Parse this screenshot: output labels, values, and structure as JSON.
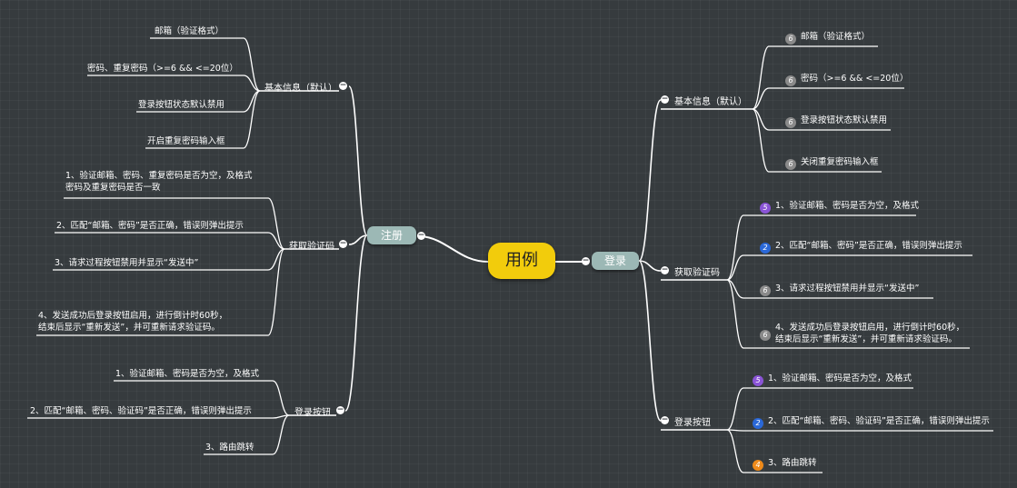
{
  "root": {
    "label": "用例"
  },
  "toggle_symbol": "−",
  "left": {
    "label": "注册",
    "branches": [
      {
        "label": "基本信息（默认）",
        "items": [
          "邮箱（验证格式）",
          "密码、重复密码（>=6 && <=20位）",
          "登录按钮状态默认禁用",
          "开启重复密码输入框"
        ]
      },
      {
        "label": "获取验证码",
        "items": [
          [
            "1、验证邮箱、密码、重复密码是否为空，及格式",
            "密码及重复密码是否一致"
          ],
          "2、匹配“邮箱、密码”是否正确，错误则弹出提示",
          "3、请求过程按钮禁用并显示“发送中”",
          [
            "4、发送成功后登录按钮启用，进行倒计时60秒，",
            "结束后显示“重新发送”，并可重新请求验证码。"
          ]
        ]
      },
      {
        "label": "登录按钮",
        "items": [
          "1、验证邮箱、密码是否为空，及格式",
          "2、匹配“邮箱、密码、验证码”是否正确，错误则弹出提示",
          "3、路由跳转"
        ]
      }
    ]
  },
  "right": {
    "label": "登录",
    "branches": [
      {
        "label": "基本信息（默认）",
        "items": [
          {
            "badge": "6",
            "color": "#8a8a8a",
            "lines": [
              "邮箱（验证格式）"
            ]
          },
          {
            "badge": "6",
            "color": "#8a8a8a",
            "lines": [
              "密码（>=6 && <=20位）"
            ]
          },
          {
            "badge": "6",
            "color": "#8a8a8a",
            "lines": [
              "登录按钮状态默认禁用"
            ]
          },
          {
            "badge": "6",
            "color": "#8a8a8a",
            "lines": [
              "关闭重复密码输入框"
            ]
          }
        ]
      },
      {
        "label": "获取验证码",
        "items": [
          {
            "badge": "5",
            "color": "#8a54d6",
            "lines": [
              "1、验证邮箱、密码是否为空，及格式"
            ]
          },
          {
            "badge": "2",
            "color": "#2a68d8",
            "lines": [
              "2、匹配“邮箱、密码”是否正确，错误则弹出提示"
            ]
          },
          {
            "badge": "6",
            "color": "#8a8a8a",
            "lines": [
              "3、请求过程按钮禁用并显示“发送中”"
            ]
          },
          {
            "badge": "6",
            "color": "#8a8a8a",
            "lines": [
              "4、发送成功后登录按钮启用，进行倒计时60秒，",
              "结束后显示“重新发送”，并可重新请求验证码。"
            ]
          }
        ]
      },
      {
        "label": "登录按钮",
        "items": [
          {
            "badge": "5",
            "color": "#8a54d6",
            "lines": [
              "1、验证邮箱、密码是否为空，及格式"
            ]
          },
          {
            "badge": "2",
            "color": "#2a68d8",
            "lines": [
              "2、匹配“邮箱、密码、验证码”是否正确，错误则弹出提示"
            ]
          },
          {
            "badge": "4",
            "color": "#ee8a1a",
            "lines": [
              "3、路由跳转"
            ]
          }
        ]
      }
    ]
  }
}
